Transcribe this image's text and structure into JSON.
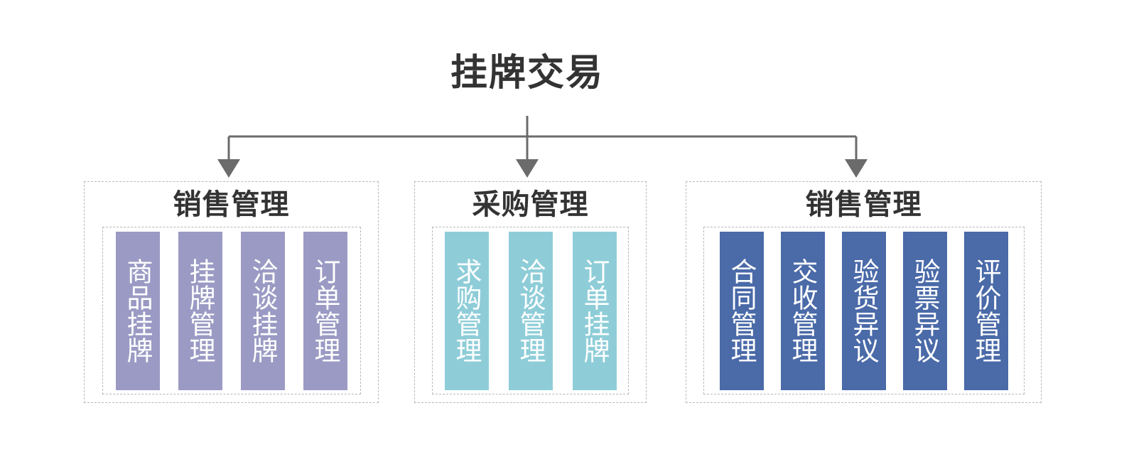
{
  "diagram": {
    "root": {
      "title": "挂牌交易"
    },
    "colors": {
      "chip_sales": "#9a9ac4",
      "chip_purchase": "#8ecdd8",
      "chip_settlement": "#4a6aa8",
      "connector": "#6b6b6b",
      "dashed_border": "#b8b8b8",
      "title_text": "#333333",
      "chip_text": "#ffffff",
      "background": "#ffffff"
    },
    "groups": [
      {
        "id": "sales-management",
        "title": "销售管理",
        "chip_color": "#9a9ac4",
        "items": [
          {
            "label": "商品挂牌"
          },
          {
            "label": "挂牌管理"
          },
          {
            "label": "洽谈挂牌"
          },
          {
            "label": "订单管理"
          }
        ]
      },
      {
        "id": "purchase-management",
        "title": "采购管理",
        "chip_color": "#8ecdd8",
        "items": [
          {
            "label": "求购管理"
          },
          {
            "label": "洽谈管理"
          },
          {
            "label": "订单挂牌"
          }
        ]
      },
      {
        "id": "sales-management-2",
        "title": "销售管理",
        "chip_color": "#4a6aa8",
        "items": [
          {
            "label": "合同管理"
          },
          {
            "label": "交收管理"
          },
          {
            "label": "验货异议"
          },
          {
            "label": "验票异议"
          },
          {
            "label": "评价管理"
          }
        ]
      }
    ]
  }
}
